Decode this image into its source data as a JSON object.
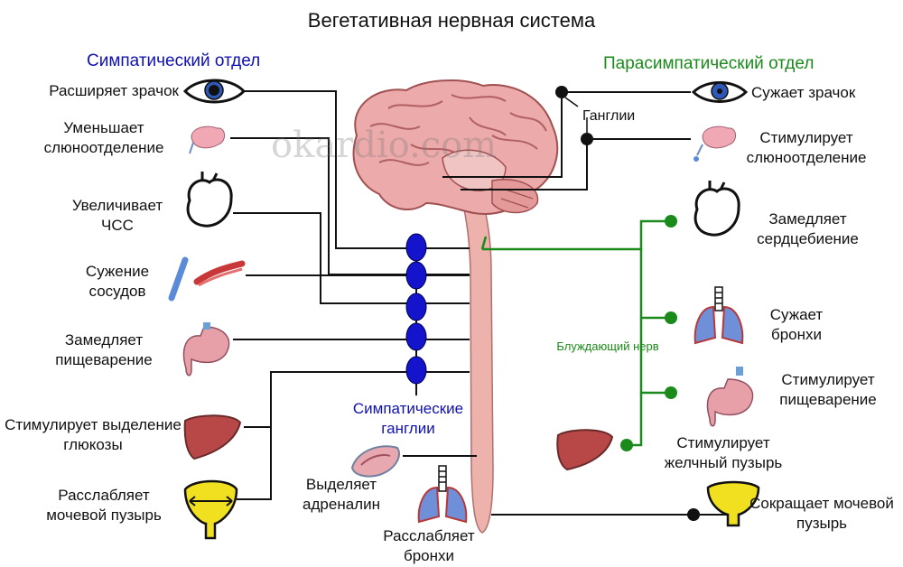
{
  "title": "Вегетативная нервная система",
  "sympathetic_header": "Симпатический отдел",
  "parasympathetic_header": "Парасимпатический отдел",
  "watermark": "okardio.com",
  "ganglia_label": "Ганглии",
  "vagus_label": "Блуждающий нерв",
  "sympathetic_ganglia_label": "Симпатические ганглии",
  "colors": {
    "sympathetic": "#1010b0",
    "parasympathetic": "#1a8a1a",
    "brain": "#e9a3a3",
    "ganglion": "#1414cc",
    "organ": "#b84848",
    "lung": "#6f90d8",
    "bladder": "#f1e020"
  },
  "sympathetic": [
    {
      "text": "Расширяет зрачок",
      "icon": "eye-icon"
    },
    {
      "text": "Уменьшает слюноотделение",
      "icon": "salivary-gland-icon"
    },
    {
      "text": "Увеличивает ЧСС",
      "icon": "heart-icon"
    },
    {
      "text": "Сужение сосудов",
      "icon": "blood-vessels-icon"
    },
    {
      "text": "Замедляет пищеварение",
      "icon": "stomach-icon"
    },
    {
      "text": "Стимулирует выделение глюкозы",
      "icon": "liver-icon"
    },
    {
      "text": "Расслабляет мочевой пузырь",
      "icon": "bladder-icon"
    },
    {
      "text": "Выделяет адреналин",
      "icon": "adrenal-gland-icon"
    },
    {
      "text": "Расслабляет бронхи",
      "icon": "lungs-icon"
    }
  ],
  "parasympathetic": [
    {
      "text": "Сужает зрачок",
      "icon": "eye-icon"
    },
    {
      "text": "Стимулирует слюноотделение",
      "icon": "salivary-gland-icon"
    },
    {
      "text": "Замедляет сердцебиение",
      "icon": "heart-icon"
    },
    {
      "text": "Сужает бронхи",
      "icon": "lungs-icon"
    },
    {
      "text": "Стимулирует пищеварение",
      "icon": "stomach-icon"
    },
    {
      "text": "Стимулирует желчный пузырь",
      "icon": "liver-icon"
    },
    {
      "text": "Сокращает мочевой пузырь",
      "icon": "bladder-icon"
    }
  ]
}
